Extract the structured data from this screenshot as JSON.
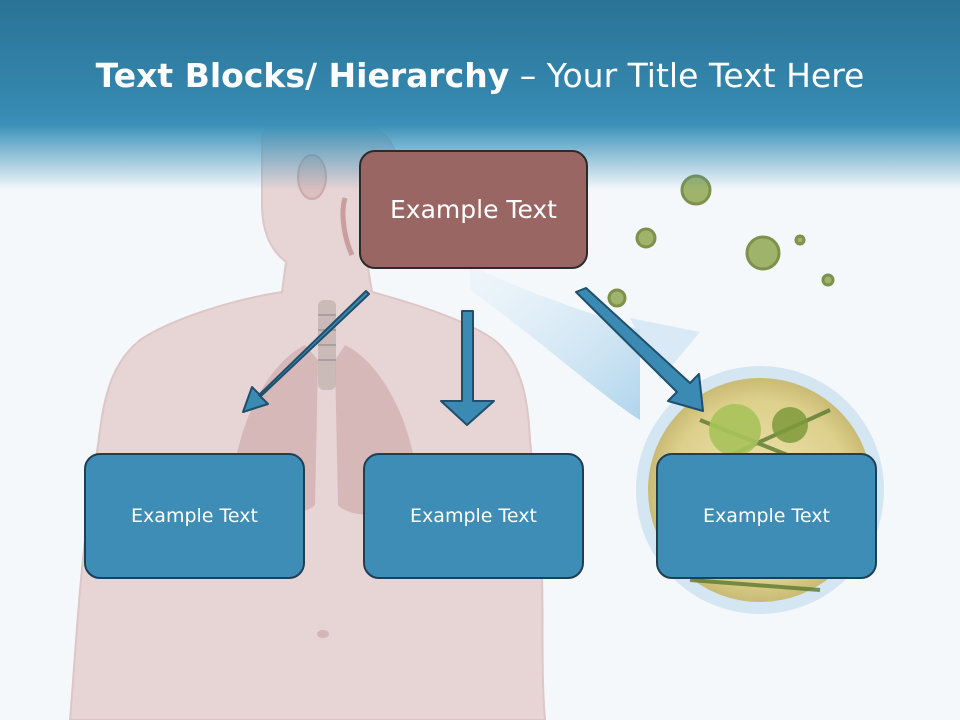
{
  "title": {
    "bold": "Text Blocks/ Hierarchy",
    "rest": " – Your Title Text Here"
  },
  "diagram": {
    "top": "Example Text",
    "children": [
      "Example Text",
      "Example Text",
      "Example Text"
    ]
  },
  "colors": {
    "header": "#3588b0",
    "top_box": "#9a6664",
    "child_box": "#3d8db6",
    "arrow": "#3a8ab4"
  },
  "illustration": "human-torso-respiratory-system-with-virus-magnification"
}
